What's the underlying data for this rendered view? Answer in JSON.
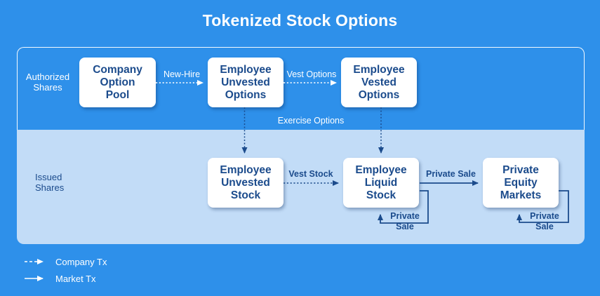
{
  "title": "Tokenized Stock Options",
  "colors": {
    "background": "#2E90EA",
    "issued_band": "#C2DCF7",
    "node_text": "#1B4B8C",
    "node_fill": "#FFFFFF",
    "frame_border": "#FFFFFF"
  },
  "lanes": {
    "authorized": "Authorized\nShares",
    "issued": "Issued\nShares"
  },
  "boxes": [
    {
      "id": "company-option-pool",
      "label": "Company\nOption\nPool"
    },
    {
      "id": "employee-unvested-options",
      "label": "Employee\nUnvested\nOptions"
    },
    {
      "id": "employee-vested-options",
      "label": "Employee\nVested\nOptions"
    },
    {
      "id": "employee-unvested-stock",
      "label": "Employee\nUnvested\nStock"
    },
    {
      "id": "employee-liquid-stock",
      "label": "Employee\nLiquid\nStock"
    },
    {
      "id": "private-equity-markets",
      "label": "Private\nEquity\nMarkets"
    }
  ],
  "edges": {
    "new_hire": "New-Hire",
    "vest_options": "Vest Options",
    "exercise_options": "Exercise Options",
    "vest_stock": "Vest Stock",
    "private_sale": "Private Sale",
    "private_sale_loop_liquid": "Private\nSale",
    "private_sale_loop_markets": "Private\nSale"
  },
  "legend": {
    "company_tx": "Company Tx",
    "market_tx": "Market Tx"
  }
}
